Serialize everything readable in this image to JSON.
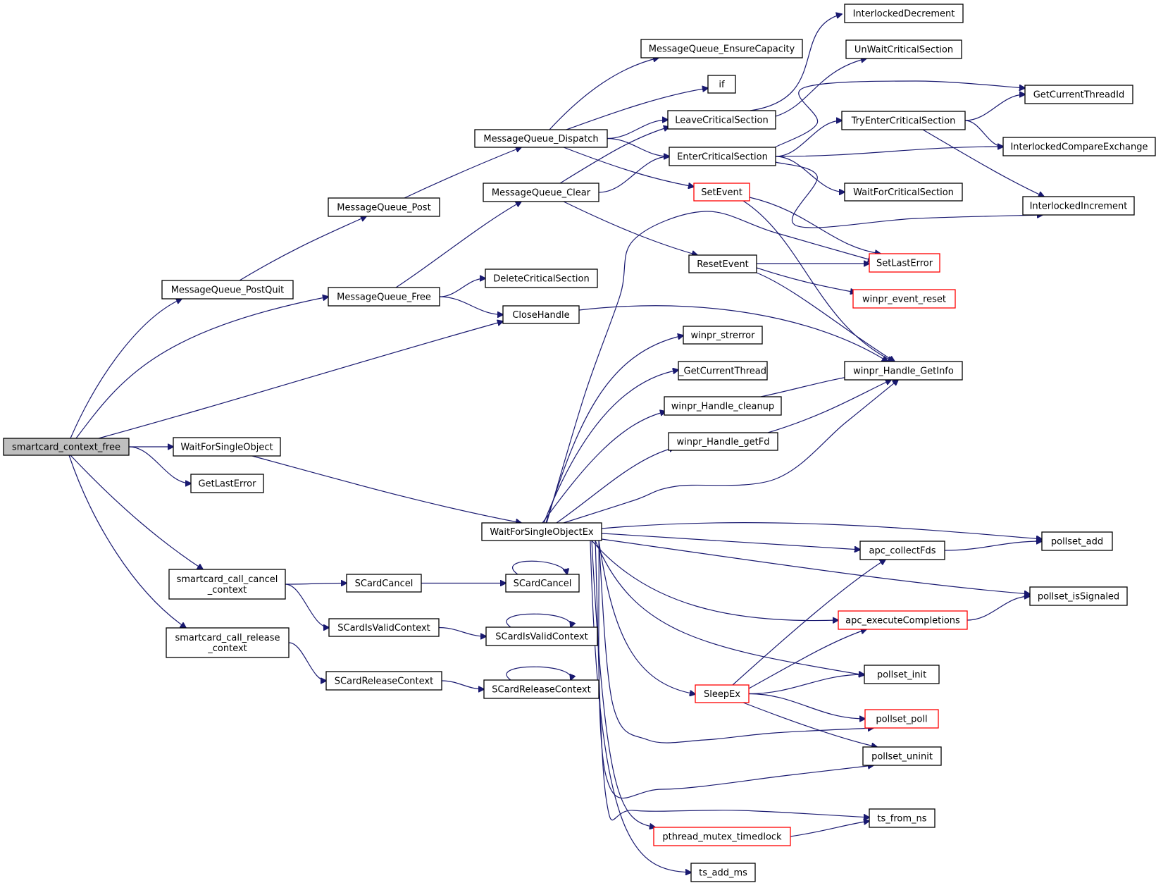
{
  "chart_data": {
    "type": "call-graph",
    "nodes": [
      {
        "id": "root",
        "label": "smartcard_context_free",
        "style": "root"
      },
      {
        "id": "mqPostQuit",
        "label": "MessageQueue_PostQuit",
        "style": "normal"
      },
      {
        "id": "mqPost",
        "label": "MessageQueue_Post",
        "style": "normal"
      },
      {
        "id": "mqDispatch",
        "label": "MessageQueue_Dispatch",
        "style": "normal"
      },
      {
        "id": "mqEnsure",
        "label": "MessageQueue_EnsureCapacity",
        "style": "normal"
      },
      {
        "id": "ifNode",
        "label": "if",
        "style": "normal"
      },
      {
        "id": "leaveCS",
        "label": "LeaveCriticalSection",
        "style": "normal"
      },
      {
        "id": "enterCS",
        "label": "EnterCriticalSection",
        "style": "normal"
      },
      {
        "id": "setEvent",
        "label": "SetEvent",
        "style": "red"
      },
      {
        "id": "mqClear",
        "label": "MessageQueue_Clear",
        "style": "normal"
      },
      {
        "id": "mqFree",
        "label": "MessageQueue_Free",
        "style": "normal"
      },
      {
        "id": "deleteCS",
        "label": "DeleteCriticalSection",
        "style": "normal"
      },
      {
        "id": "closeHandle",
        "label": "CloseHandle",
        "style": "normal"
      },
      {
        "id": "resetEvent",
        "label": "ResetEvent",
        "style": "normal"
      },
      {
        "id": "ilDec",
        "label": "InterlockedDecrement",
        "style": "normal"
      },
      {
        "id": "unWaitCS",
        "label": "UnWaitCriticalSection",
        "style": "normal"
      },
      {
        "id": "tryEnterCS",
        "label": "TryEnterCriticalSection",
        "style": "normal"
      },
      {
        "id": "waitForCS",
        "label": "WaitForCriticalSection",
        "style": "normal"
      },
      {
        "id": "getThreadId",
        "label": "GetCurrentThreadId",
        "style": "normal"
      },
      {
        "id": "ilCmpX",
        "label": "InterlockedCompareExchange",
        "style": "normal"
      },
      {
        "id": "ilInc",
        "label": "InterlockedIncrement",
        "style": "normal"
      },
      {
        "id": "setLastError",
        "label": "SetLastError",
        "style": "red"
      },
      {
        "id": "evReset",
        "label": "winpr_event_reset",
        "style": "red"
      },
      {
        "id": "handleGetInfo",
        "label": "winpr_Handle_GetInfo",
        "style": "normal"
      },
      {
        "id": "strerror",
        "label": "winpr_strerror",
        "style": "normal"
      },
      {
        "id": "getCurThread",
        "label": "_GetCurrentThread",
        "style": "normal"
      },
      {
        "id": "handleCleanup",
        "label": "winpr_Handle_cleanup",
        "style": "normal"
      },
      {
        "id": "handleGetFd",
        "label": "winpr_Handle_getFd",
        "style": "normal"
      },
      {
        "id": "wfso",
        "label": "WaitForSingleObject",
        "style": "normal"
      },
      {
        "id": "getLastError",
        "label": "GetLastError",
        "style": "normal"
      },
      {
        "id": "wfsoEx",
        "label": "WaitForSingleObjectEx",
        "style": "normal"
      },
      {
        "id": "callCancel",
        "label": "smartcard_call_cancel\n_context",
        "style": "normal"
      },
      {
        "id": "callRelease",
        "label": "smartcard_call_release\n_context",
        "style": "normal"
      },
      {
        "id": "scCancel1",
        "label": "SCardCancel",
        "style": "normal"
      },
      {
        "id": "scCancel2",
        "label": "SCardCancel",
        "style": "normal"
      },
      {
        "id": "scValid1",
        "label": "SCardIsValidContext",
        "style": "normal"
      },
      {
        "id": "scValid2",
        "label": "SCardIsValidContext",
        "style": "normal"
      },
      {
        "id": "scRelease1",
        "label": "SCardReleaseContext",
        "style": "normal"
      },
      {
        "id": "scRelease2",
        "label": "SCardReleaseContext",
        "style": "normal"
      },
      {
        "id": "apcCollect",
        "label": "apc_collectFds",
        "style": "normal"
      },
      {
        "id": "pollsetAdd",
        "label": "pollset_add",
        "style": "normal"
      },
      {
        "id": "pollsetSig",
        "label": "pollset_isSignaled",
        "style": "normal"
      },
      {
        "id": "apcExec",
        "label": "apc_executeCompletions",
        "style": "red"
      },
      {
        "id": "pollsetInit",
        "label": "pollset_init",
        "style": "normal"
      },
      {
        "id": "sleepEx",
        "label": "SleepEx",
        "style": "red"
      },
      {
        "id": "pollsetPoll",
        "label": "pollset_poll",
        "style": "red"
      },
      {
        "id": "pollsetUninit",
        "label": "pollset_uninit",
        "style": "normal"
      },
      {
        "id": "tsFromNs",
        "label": "ts_from_ns",
        "style": "normal"
      },
      {
        "id": "mutexTimed",
        "label": "pthread_mutex_timedlock",
        "style": "red"
      },
      {
        "id": "tsAddMs",
        "label": "ts_add_ms",
        "style": "normal"
      }
    ],
    "edges": [
      [
        "root",
        "mqPostQuit"
      ],
      [
        "root",
        "mqFree"
      ],
      [
        "root",
        "closeHandle"
      ],
      [
        "root",
        "wfso"
      ],
      [
        "root",
        "getLastError"
      ],
      [
        "root",
        "callCancel"
      ],
      [
        "root",
        "callRelease"
      ],
      [
        "mqPostQuit",
        "mqPost"
      ],
      [
        "mqPost",
        "mqDispatch"
      ],
      [
        "mqDispatch",
        "mqEnsure"
      ],
      [
        "mqDispatch",
        "ifNode"
      ],
      [
        "mqDispatch",
        "leaveCS"
      ],
      [
        "mqDispatch",
        "enterCS"
      ],
      [
        "mqDispatch",
        "setEvent"
      ],
      [
        "mqFree",
        "mqClear"
      ],
      [
        "mqFree",
        "deleteCS"
      ],
      [
        "mqFree",
        "closeHandle"
      ],
      [
        "mqClear",
        "leaveCS"
      ],
      [
        "mqClear",
        "enterCS"
      ],
      [
        "mqClear",
        "resetEvent"
      ],
      [
        "leaveCS",
        "ilDec"
      ],
      [
        "leaveCS",
        "unWaitCS"
      ],
      [
        "enterCS",
        "getThreadId"
      ],
      [
        "enterCS",
        "tryEnterCS"
      ],
      [
        "enterCS",
        "ilCmpX"
      ],
      [
        "enterCS",
        "waitForCS"
      ],
      [
        "enterCS",
        "ilInc"
      ],
      [
        "tryEnterCS",
        "getThreadId"
      ],
      [
        "tryEnterCS",
        "ilCmpX"
      ],
      [
        "tryEnterCS",
        "ilInc"
      ],
      [
        "setEvent",
        "setLastError"
      ],
      [
        "setEvent",
        "handleGetInfo"
      ],
      [
        "resetEvent",
        "setLastError"
      ],
      [
        "resetEvent",
        "evReset"
      ],
      [
        "resetEvent",
        "handleGetInfo"
      ],
      [
        "closeHandle",
        "handleGetInfo"
      ],
      [
        "handleCleanup",
        "handleGetInfo"
      ],
      [
        "handleGetFd",
        "handleGetInfo"
      ],
      [
        "wfso",
        "wfsoEx"
      ],
      [
        "wfsoEx",
        "setLastError"
      ],
      [
        "wfsoEx",
        "strerror"
      ],
      [
        "wfsoEx",
        "getCurThread"
      ],
      [
        "wfsoEx",
        "handleCleanup"
      ],
      [
        "wfsoEx",
        "handleGetFd"
      ],
      [
        "wfsoEx",
        "handleGetInfo"
      ],
      [
        "wfsoEx",
        "pollsetAdd"
      ],
      [
        "wfsoEx",
        "apcCollect"
      ],
      [
        "wfsoEx",
        "pollsetSig"
      ],
      [
        "wfsoEx",
        "apcExec"
      ],
      [
        "wfsoEx",
        "pollsetInit"
      ],
      [
        "wfsoEx",
        "sleepEx"
      ],
      [
        "wfsoEx",
        "pollsetPoll"
      ],
      [
        "wfsoEx",
        "pollsetUninit"
      ],
      [
        "wfsoEx",
        "tsFromNs"
      ],
      [
        "wfsoEx",
        "mutexTimed"
      ],
      [
        "wfsoEx",
        "tsAddMs"
      ],
      [
        "apcCollect",
        "pollsetAdd"
      ],
      [
        "apcExec",
        "pollsetSig"
      ],
      [
        "sleepEx",
        "apcCollect"
      ],
      [
        "sleepEx",
        "apcExec"
      ],
      [
        "sleepEx",
        "pollsetInit"
      ],
      [
        "sleepEx",
        "pollsetPoll"
      ],
      [
        "sleepEx",
        "pollsetUninit"
      ],
      [
        "mutexTimed",
        "tsFromNs"
      ],
      [
        "callCancel",
        "scCancel1"
      ],
      [
        "callCancel",
        "scValid1"
      ],
      [
        "scCancel1",
        "scCancel2"
      ],
      [
        "scCancel2",
        "scCancel2"
      ],
      [
        "scValid1",
        "scValid2"
      ],
      [
        "scValid2",
        "scValid2"
      ],
      [
        "callRelease",
        "scRelease1"
      ],
      [
        "scRelease1",
        "scRelease2"
      ],
      [
        "scRelease2",
        "scRelease2"
      ]
    ]
  }
}
